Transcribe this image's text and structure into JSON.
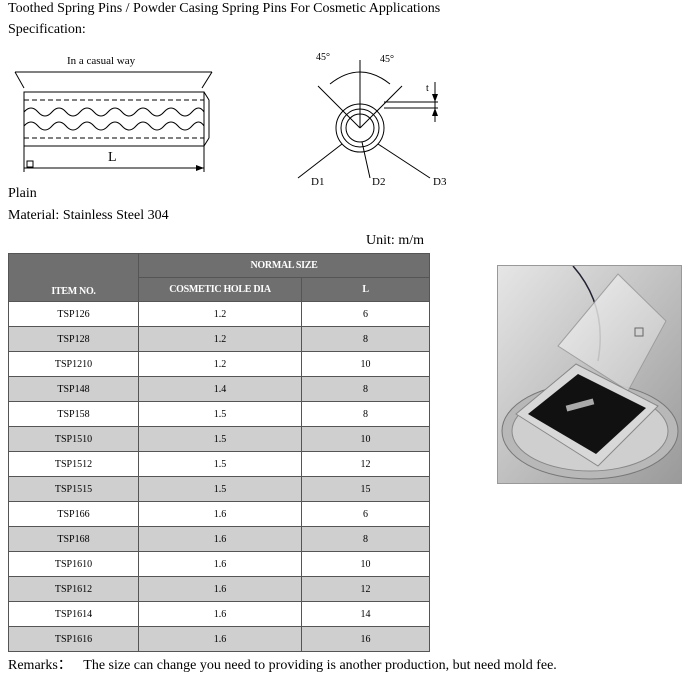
{
  "page": {
    "title": "Toothed Spring Pins / Powder Casing Spring Pins For Cosmetic Applications",
    "specification_label": "Specification:",
    "type_label": "Plain",
    "material_label": "Material:",
    "material_value": "Stainless  Steel 304",
    "unit_label": "Unit: m/m",
    "remarks_label": "Remarks：",
    "remarks_text": "The size can change you need to providing is another production, but need mold fee."
  },
  "drawing": {
    "side_note": "In a casual way",
    "length_label": "L",
    "angle_left": "45°",
    "angle_right": "45°",
    "t_label": "t",
    "d1_label": "D1",
    "d2_label": "D2",
    "d3_label": "D3"
  },
  "table": {
    "header_group": "NORMAL SIZE",
    "col_item": "ITEM NO.",
    "col_dia": "COSMETIC HOLE DIA",
    "col_l": "L",
    "rows": [
      {
        "item": "TSP126",
        "dia": "1.2",
        "l": "6"
      },
      {
        "item": "TSP128",
        "dia": "1.2",
        "l": "8"
      },
      {
        "item": "TSP1210",
        "dia": "1.2",
        "l": "10"
      },
      {
        "item": "TSP148",
        "dia": "1.4",
        "l": "8"
      },
      {
        "item": "TSP158",
        "dia": "1.5",
        "l": "8"
      },
      {
        "item": "TSP1510",
        "dia": "1.5",
        "l": "10"
      },
      {
        "item": "TSP1512",
        "dia": "1.5",
        "l": "12"
      },
      {
        "item": "TSP1515",
        "dia": "1.5",
        "l": "15"
      },
      {
        "item": "TSP166",
        "dia": "1.6",
        "l": "6"
      },
      {
        "item": "TSP168",
        "dia": "1.6",
        "l": "8"
      },
      {
        "item": "TSP1610",
        "dia": "1.6",
        "l": "10"
      },
      {
        "item": "TSP1612",
        "dia": "1.6",
        "l": "12"
      },
      {
        "item": "TSP1614",
        "dia": "1.6",
        "l": "14"
      },
      {
        "item": "TSP1616",
        "dia": "1.6",
        "l": "16"
      }
    ]
  },
  "colors": {
    "header_bg": "#6f6f6f",
    "row_alt_bg": "#cfcfcf"
  }
}
